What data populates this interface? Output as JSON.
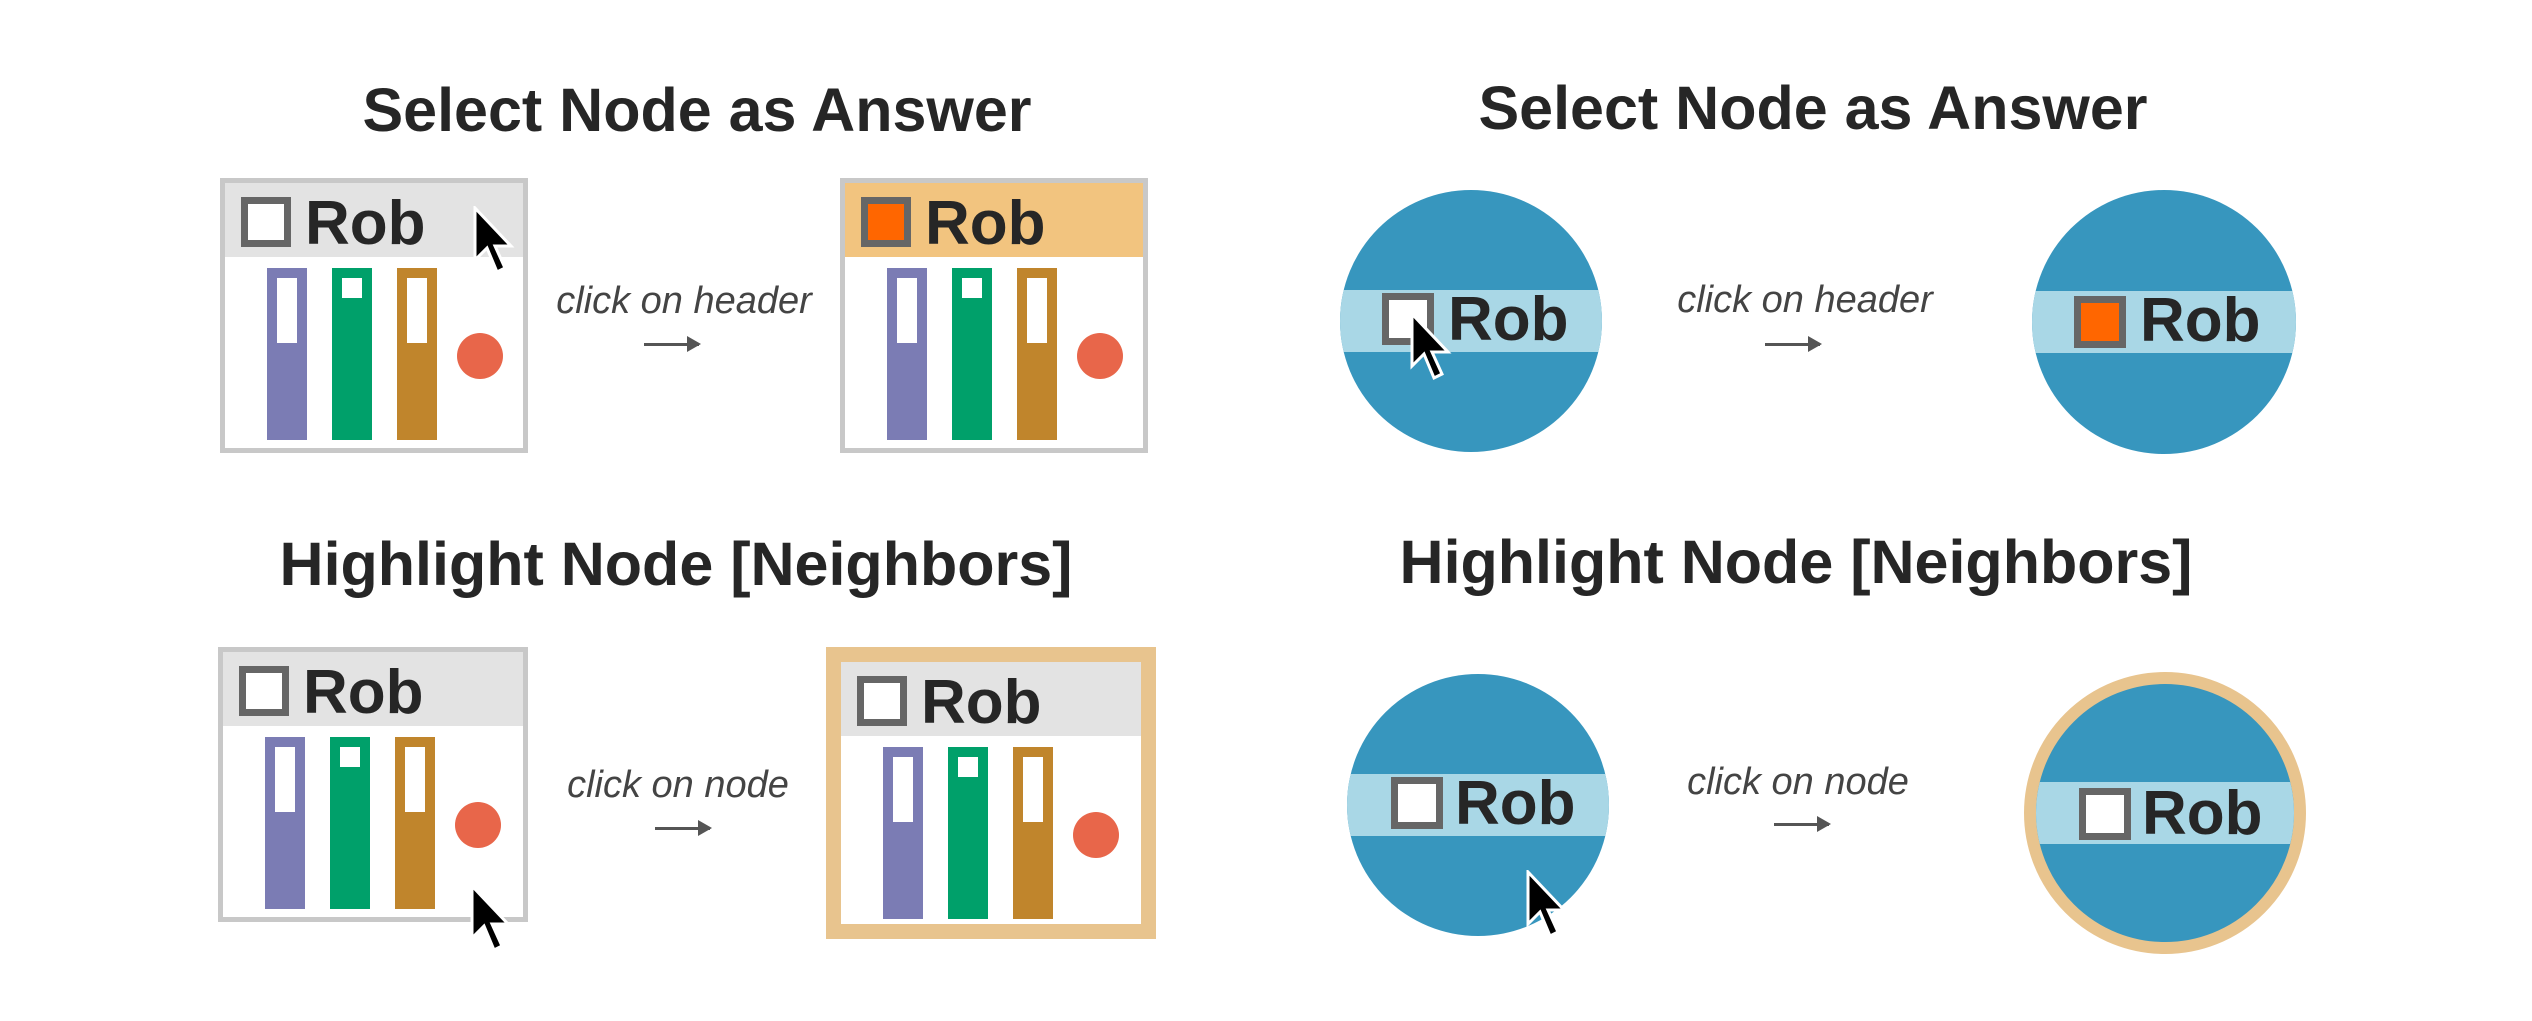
{
  "panels": {
    "top_left": {
      "title": "Select Node as Answer",
      "caption": "click on header"
    },
    "top_right": {
      "title": "Select Node as Answer",
      "caption": "click on header"
    },
    "bottom_left": {
      "title": "Highlight Node [Neighbors]",
      "caption": "click on node"
    },
    "bottom_right": {
      "title": "Highlight Node [Neighbors]",
      "caption": "click on node"
    }
  },
  "node_label": "Rob",
  "icons": {
    "cursor": "mouse-pointer-icon",
    "checkbox": "checkbox-icon",
    "arrow": "right-arrow-icon"
  },
  "colors": {
    "header_default": "#e3e3e3",
    "header_answer": "#f2c47f",
    "checkbox_checked": "#ff6600",
    "highlight_border": "#e8c48e",
    "circle_fill": "#3796be",
    "circle_band": "#a9d7e6",
    "bar_purple": "#7b7cb4",
    "bar_green": "#00a06a",
    "bar_brown": "#c0852c",
    "dot": "#e8664a"
  }
}
